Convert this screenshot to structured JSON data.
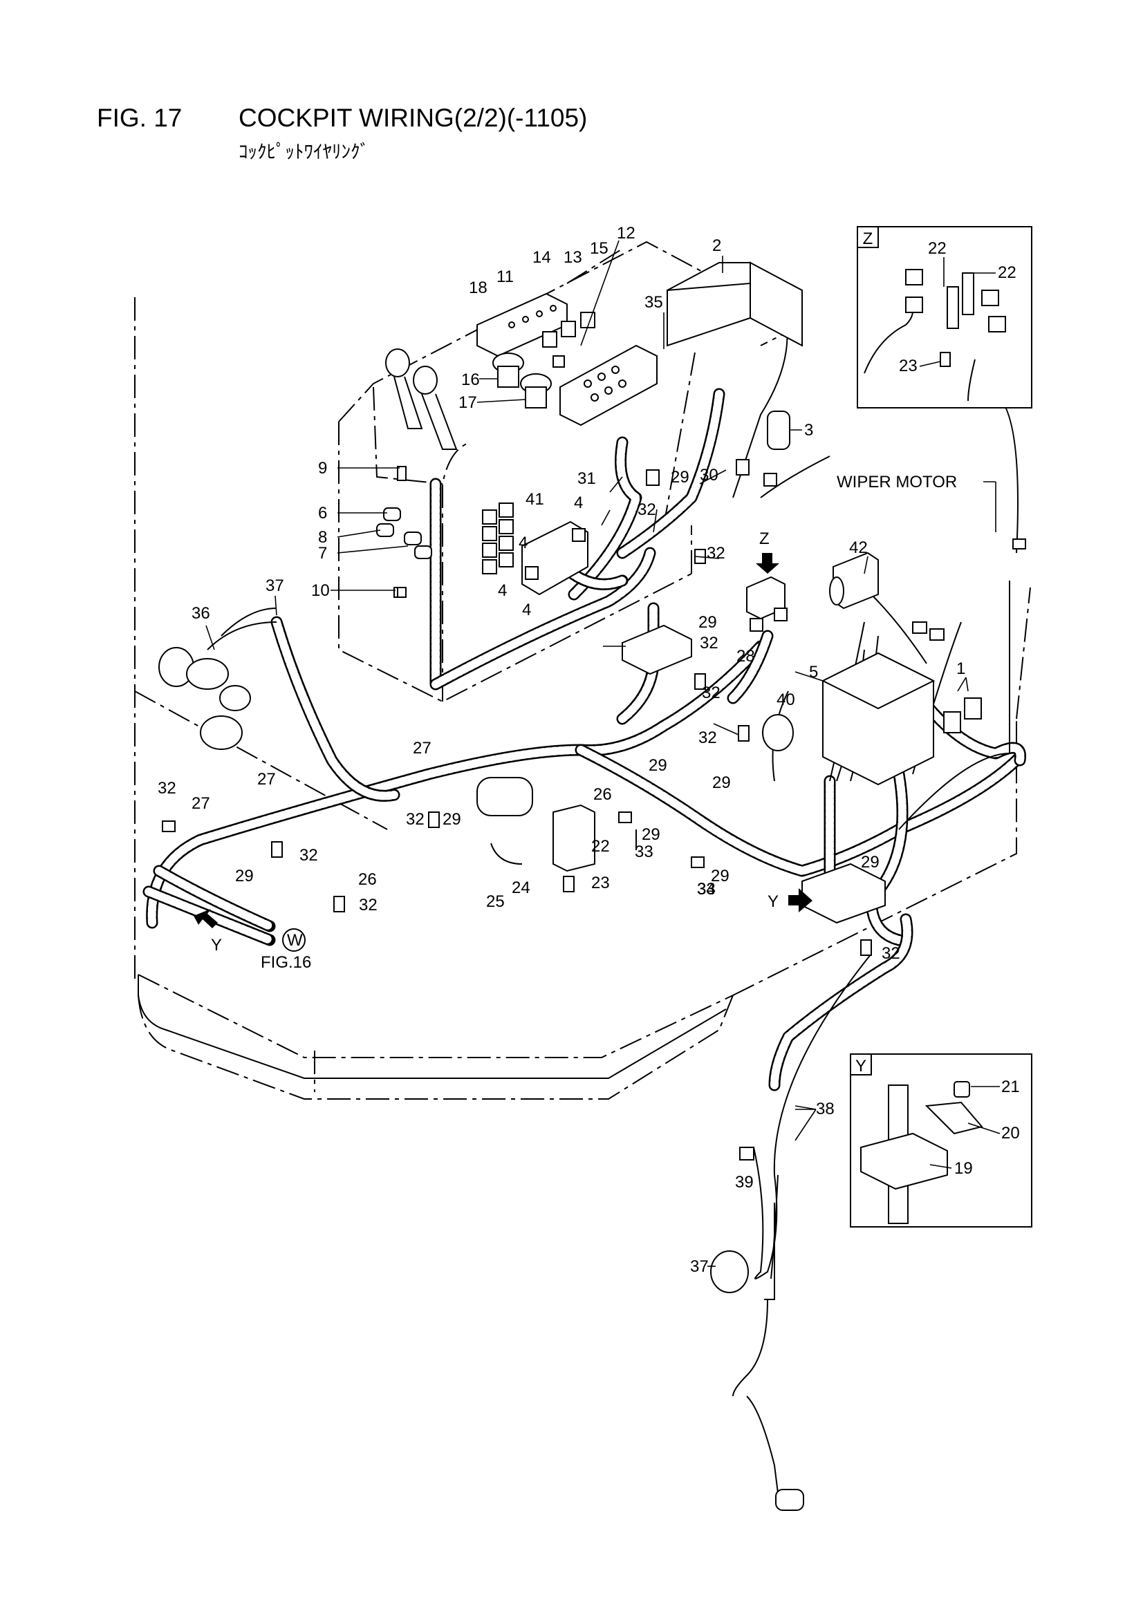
{
  "header": {
    "fig_number": "FIG. 17",
    "title": "COCKPIT WIRING(2/2)(-1105)",
    "subtitle": "ｺｯｸﾋﾟｯﾄﾜｲﾔﾘﾝｸﾞ"
  },
  "annotations": {
    "wiper_motor": "WIPER MOTOR",
    "fig16_ref": "FIG.16",
    "connector_w": "W",
    "view_y_arrow": "Y",
    "view_y_arrow_2": "Y",
    "view_z_arrow": "Z"
  },
  "inset_z": {
    "label": "Z",
    "callouts": [
      "22",
      "22",
      "23"
    ]
  },
  "inset_y": {
    "label": "Y",
    "callouts": [
      "21",
      "20",
      "19"
    ]
  },
  "callouts": [
    "1",
    "2",
    "3",
    "4",
    "4",
    "4",
    "4",
    "5",
    "6",
    "7",
    "8",
    "9",
    "10",
    "11",
    "12",
    "13",
    "14",
    "15",
    "16",
    "17",
    "18",
    "22",
    "23",
    "24",
    "25",
    "26",
    "26",
    "27",
    "27",
    "27",
    "28",
    "29",
    "29",
    "29",
    "29",
    "29",
    "29",
    "29",
    "29",
    "29",
    "30",
    "31",
    "32",
    "32",
    "32",
    "32",
    "32",
    "32",
    "32",
    "32",
    "32",
    "32",
    "33",
    "33",
    "33",
    "34",
    "35",
    "36",
    "37",
    "37",
    "38",
    "39",
    "40",
    "41",
    "42"
  ]
}
